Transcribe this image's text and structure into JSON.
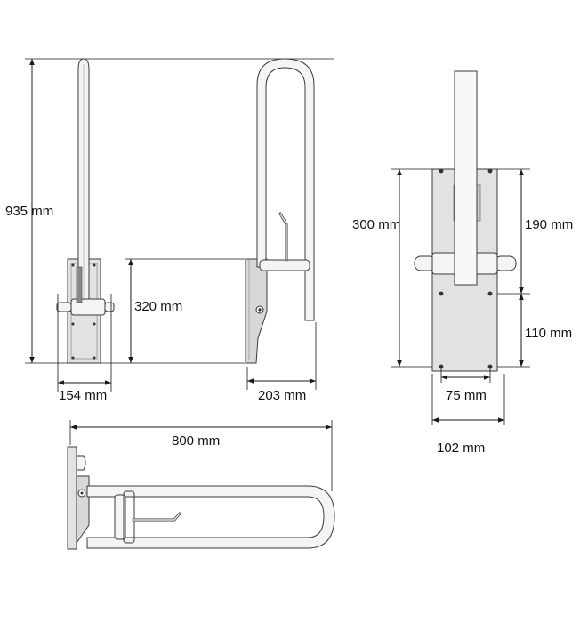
{
  "dimensions": {
    "total_height": "935 mm",
    "plate_height_side": "320 mm",
    "plate_width_side": "154 mm",
    "bracket_depth": "203 mm",
    "length_top": "800 mm",
    "front_plate_height": "300 mm",
    "upper_spacing": "190 mm",
    "lower_spacing": "110 mm",
    "hole_spacing": "75 mm",
    "front_plate_width": "102 mm"
  },
  "colors": {
    "line": "#1a1a1a",
    "plate_fill": "#e2e2e2",
    "tube_fill": "#f4f4f4"
  }
}
